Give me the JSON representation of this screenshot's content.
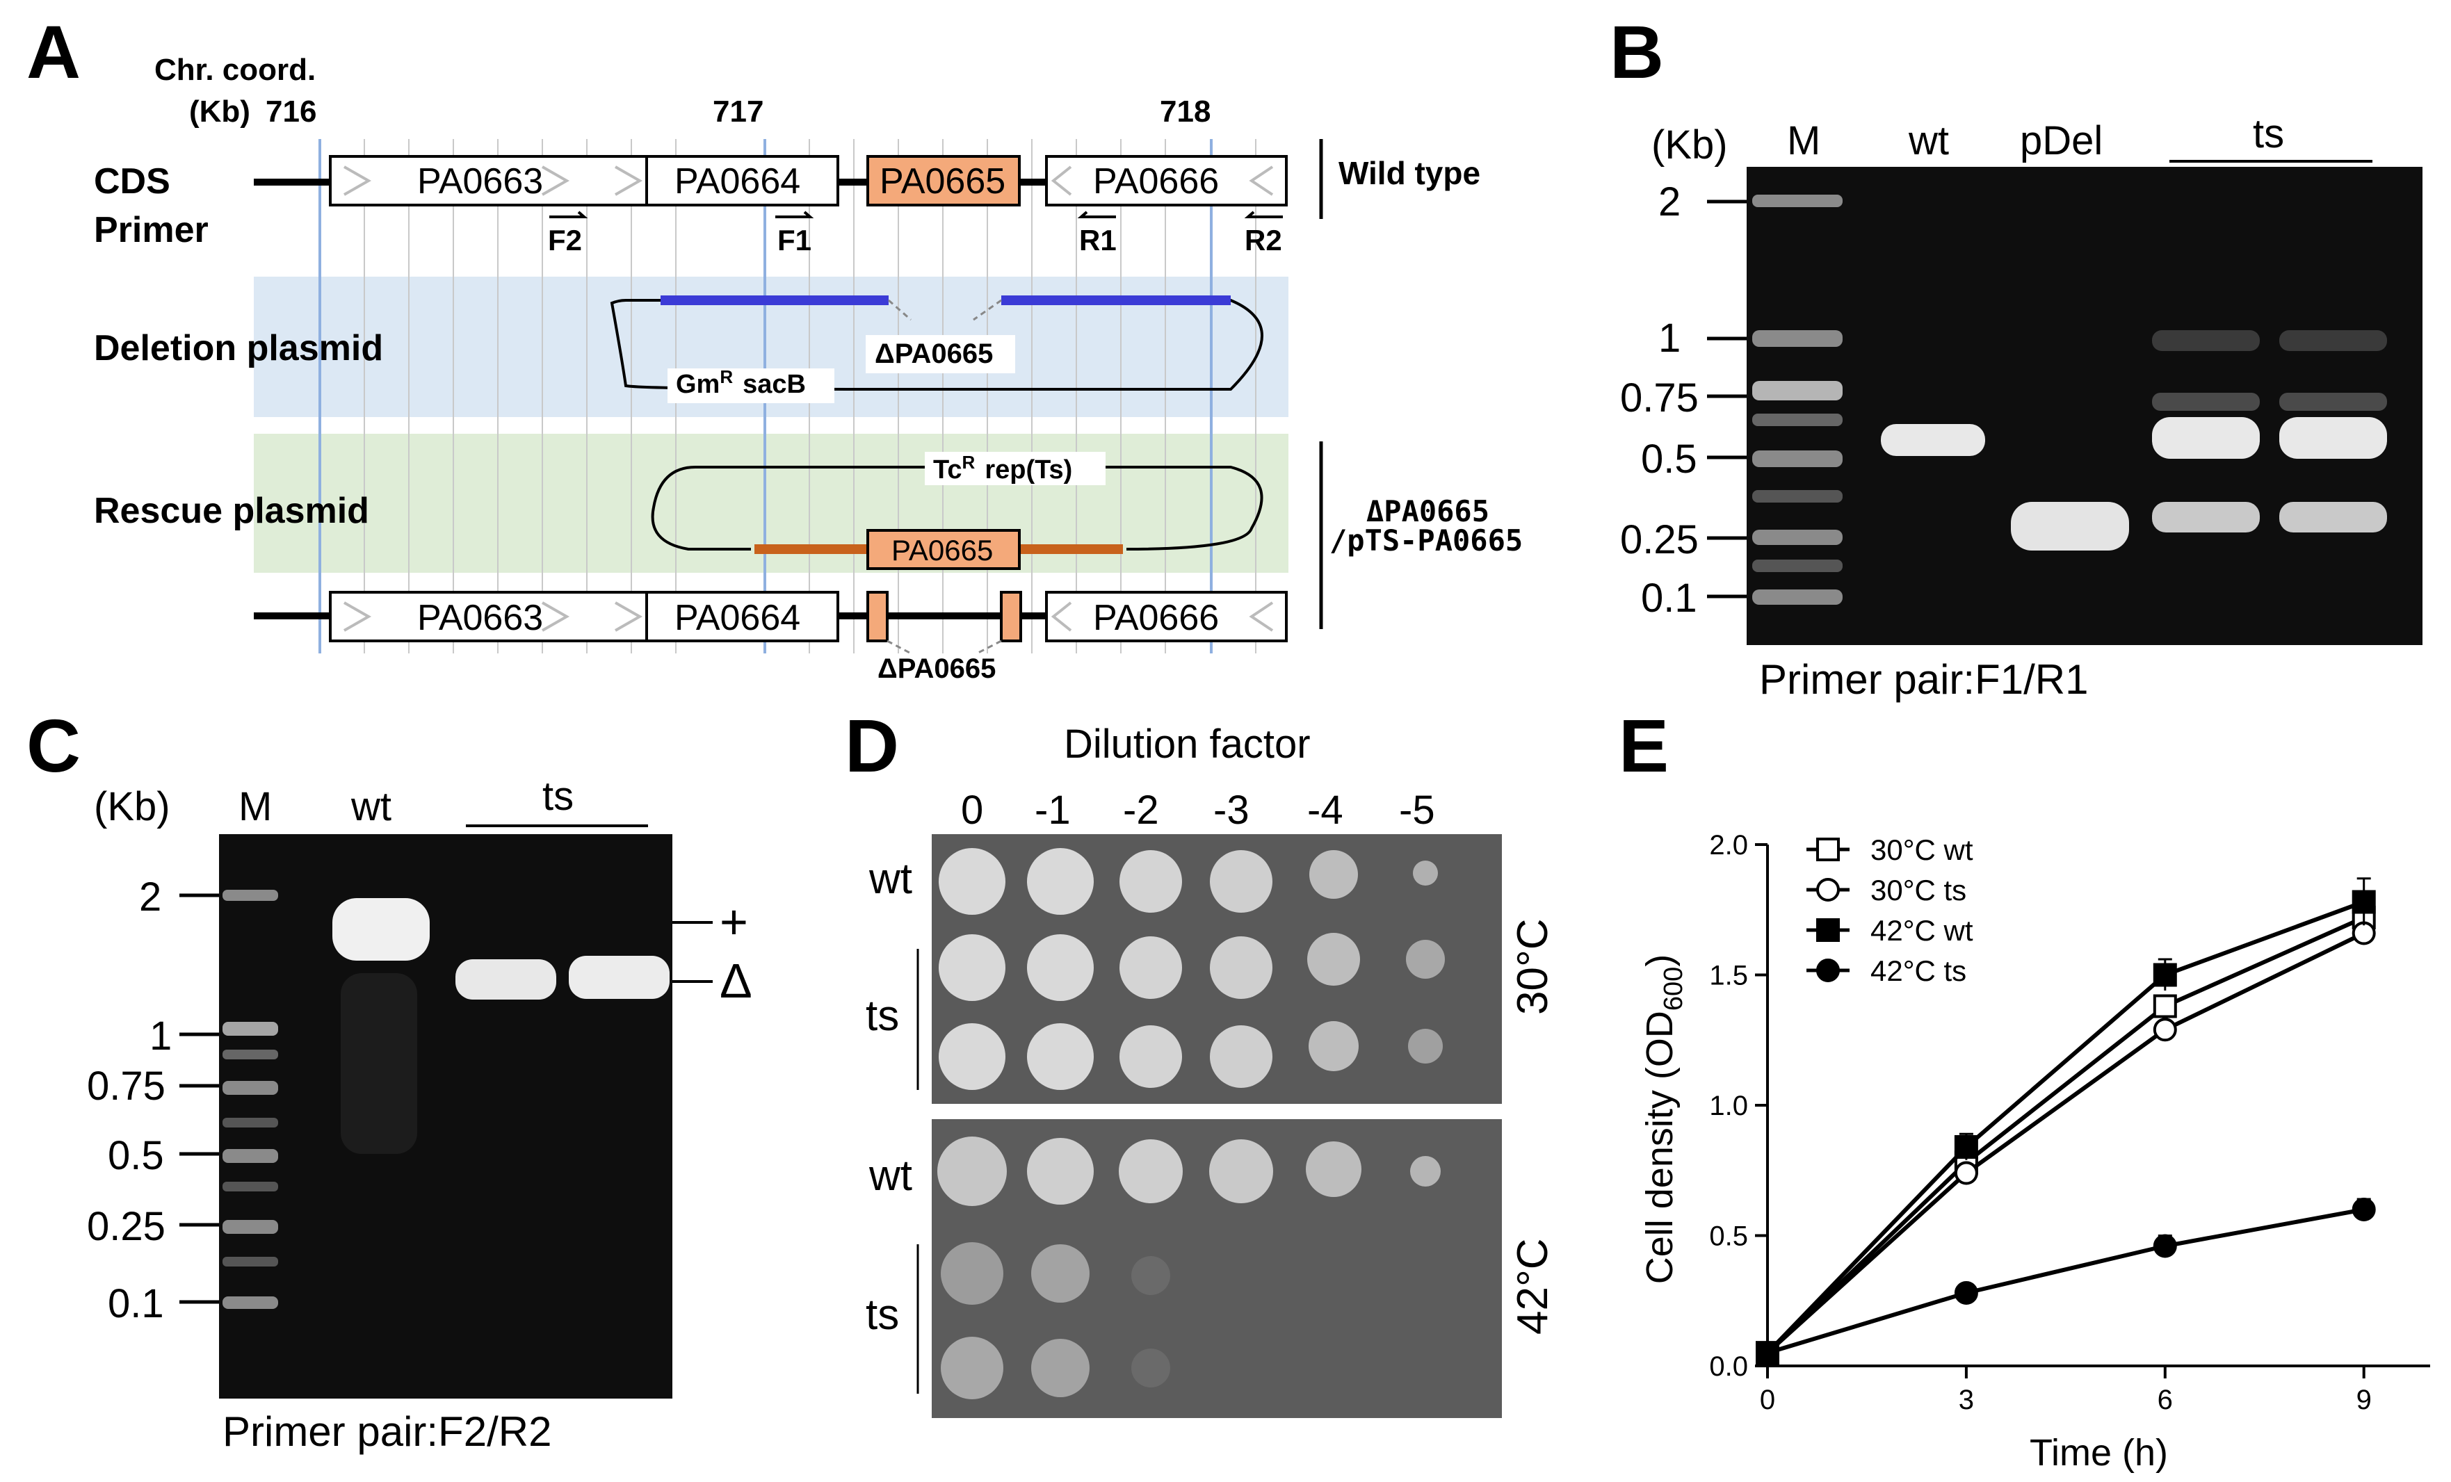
{
  "panels": {
    "A": {
      "letter": "A",
      "coord_label_1": "Chr. coord.",
      "coord_label_2": "(Kb)",
      "ticks": [
        "716",
        "717",
        "718"
      ],
      "row_cds": "CDS",
      "row_primer": "Primer",
      "genes_wt": [
        "PA0663",
        "PA0664",
        "PA0665",
        "PA0666"
      ],
      "primers": [
        "F2",
        "F1",
        "R1",
        "R2"
      ],
      "wild_type": "Wild type",
      "deletion_plasmid": "Deletion plasmid",
      "deletion_label": "ΔPA0665",
      "deletion_markers": "GmR sacB",
      "gm": "Gm",
      "gm_sup": "R",
      "sacb": "sacB",
      "rescue_plasmid": "Rescue plasmid",
      "tc": "Tc",
      "tc_sup": "R",
      "rep": "rep(Ts)",
      "rescue_gene": "PA0665",
      "genes_mut": [
        "PA0663",
        "PA0664",
        "PA0666"
      ],
      "mut_deletion_label": "ΔPA0665",
      "strain_1": "ΔPA0665",
      "strain_2": "/pTS-PA0665",
      "colors": {
        "blue_bg": "#dce8f4",
        "green_bg": "#dfedd7",
        "orange": "#f4a97a",
        "plasmid_blue": "#3b3bd6",
        "plasmid_orange": "#c8621c",
        "coord_line": "#8fb0e0"
      }
    },
    "B": {
      "letter": "B",
      "unit": "(Kb)",
      "lanes": [
        "M",
        "wt",
        "pDel",
        "ts"
      ],
      "ladder": [
        "2",
        "1",
        "0.75",
        "0.5",
        "0.25",
        "0.1"
      ],
      "primer_pair": "Primer pair:F1/R1"
    },
    "C": {
      "letter": "C",
      "unit": "(Kb)",
      "lanes": [
        "M",
        "wt",
        "ts"
      ],
      "ladder": [
        "2",
        "1",
        "0.75",
        "0.5",
        "0.25",
        "0.1"
      ],
      "markers": [
        "+",
        "Δ"
      ],
      "primer_pair": "Primer pair:F2/R2"
    },
    "D": {
      "letter": "D",
      "title": "Dilution factor",
      "dilutions": [
        "0",
        "-1",
        "-2",
        "-3",
        "-4",
        "-5"
      ],
      "rows": [
        "wt",
        "ts"
      ],
      "temps": [
        "30°C",
        "42°C"
      ]
    },
    "E": {
      "letter": "E"
    }
  },
  "chart_data": {
    "type": "line",
    "xlabel": "Time (h)",
    "ylabel": "Cell density (OD",
    "ylabel_sub": "600",
    "ylabel_end": ")",
    "x": [
      0,
      3,
      6,
      9
    ],
    "xticks": [
      "0",
      "3",
      "6",
      "9"
    ],
    "yticks": [
      "0.0",
      "0.5",
      "1.0",
      "1.5",
      "2.0"
    ],
    "ylim": [
      0,
      2.0
    ],
    "xlim": [
      0,
      10
    ],
    "legend_position": "top-left",
    "series": [
      {
        "name": "30°C wt",
        "marker": "open-square",
        "values": [
          0.05,
          0.78,
          1.38,
          1.72
        ],
        "err": [
          0,
          0.03,
          0.04,
          0.04
        ]
      },
      {
        "name": "30°C ts",
        "marker": "open-circle",
        "values": [
          0.05,
          0.74,
          1.29,
          1.66
        ],
        "err": [
          0,
          0.03,
          0.03,
          0.03
        ]
      },
      {
        "name": "42°C wt",
        "marker": "filled-square",
        "values": [
          0.05,
          0.84,
          1.5,
          1.78
        ],
        "err": [
          0,
          0.05,
          0.06,
          0.09
        ]
      },
      {
        "name": "42°C ts",
        "marker": "filled-circle",
        "values": [
          0.05,
          0.28,
          0.46,
          0.6
        ],
        "err": [
          0,
          0.02,
          0.04,
          0.04
        ]
      }
    ]
  }
}
